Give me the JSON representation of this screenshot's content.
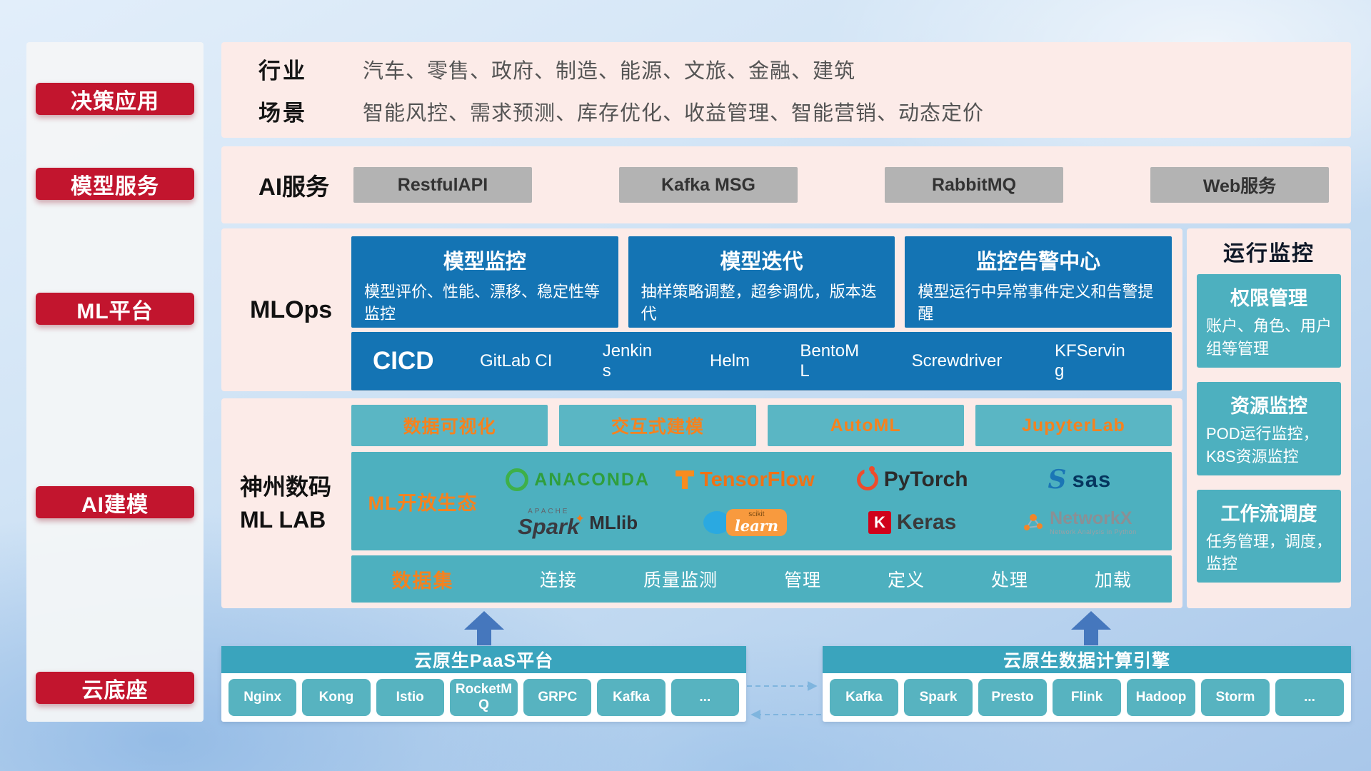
{
  "sidebar": {
    "items": [
      {
        "label": "决策应用"
      },
      {
        "label": "模型服务"
      },
      {
        "label": "ML平台"
      },
      {
        "label": "AI建模"
      },
      {
        "label": "云底座"
      }
    ]
  },
  "top_panel": {
    "rows": [
      {
        "label": "行业",
        "content": "汽车、零售、政府、制造、能源、文旅、金融、建筑"
      },
      {
        "label": "场景",
        "content": "智能风控、需求预测、库存优化、收益管理、智能营销、动态定价"
      }
    ]
  },
  "ai_service": {
    "label": "AI服务",
    "buttons": [
      "RestfulAPI",
      "Kafka MSG",
      "RabbitMQ",
      "Web服务"
    ]
  },
  "mlops": {
    "label": "MLOps",
    "cards": [
      {
        "title": "模型监控",
        "desc": "模型评价、性能、漂移、稳定性等监控"
      },
      {
        "title": "模型迭代",
        "desc": "抽样策略调整，超参调优，版本迭代"
      },
      {
        "title": "监控告警中心",
        "desc": "模型运行中异常事件定义和告警提醒"
      }
    ],
    "cicd": {
      "title": "CICD",
      "items": [
        "GitLab CI",
        "Jenkins",
        "Helm",
        "BentoML",
        "Screwdriver",
        "KFServing"
      ]
    }
  },
  "monitor": {
    "title": "运行监控",
    "cards": [
      {
        "title": "权限管理",
        "desc": "账户、角色、用户组等管理"
      },
      {
        "title": "资源监控",
        "desc": "POD运行监控，K8S资源监控"
      },
      {
        "title": "工作流调度",
        "desc": "任务管理，调度，监控"
      }
    ]
  },
  "mllab": {
    "label_line1": "神州数码",
    "label_line2": "ML LAB",
    "tools": [
      "数据可视化",
      "交互式建模",
      "AutoML",
      "JupyterLab"
    ],
    "ecosystem": {
      "label": "ML开放生态",
      "logos": {
        "anaconda": {
          "text": "ANACONDA"
        },
        "tensorflow": {
          "text": "TensorFlow"
        },
        "pytorch": {
          "text": "PyTorch"
        },
        "sas": {
          "text": "sas"
        },
        "spark": {
          "apache": "APACHE",
          "text": "Spark",
          "lib": "MLlib"
        },
        "sklearn": {
          "top": "scikit",
          "text": "learn"
        },
        "keras": {
          "mark": "K",
          "text": "Keras"
        },
        "networkx": {
          "text": "NetworkX",
          "subtitle": "Network Analysis in Python"
        }
      }
    },
    "dataset": {
      "label": "数据集",
      "items": [
        "连接",
        "质量监测",
        "管理",
        "定义",
        "处理",
        "加载"
      ]
    }
  },
  "bottom": {
    "paas": {
      "title": "云原生PaaS平台",
      "chips": [
        "Nginx",
        "Kong",
        "Istio",
        "RocketMQ",
        "GRPC",
        "Kafka",
        "..."
      ]
    },
    "engine": {
      "title": "云原生数据计算引擎",
      "chips": [
        "Kafka",
        "Spark",
        "Presto",
        "Flink",
        "Hadoop",
        "Storm",
        "..."
      ]
    }
  },
  "colors": {
    "red": "#c2152e",
    "blue": "#1474b4",
    "teal": "#4db0bf",
    "teal_light": "#5ab6c4",
    "orange": "#f5821f",
    "panel_pink": "#fcebe8",
    "gray_button": "#b3b3b3"
  }
}
